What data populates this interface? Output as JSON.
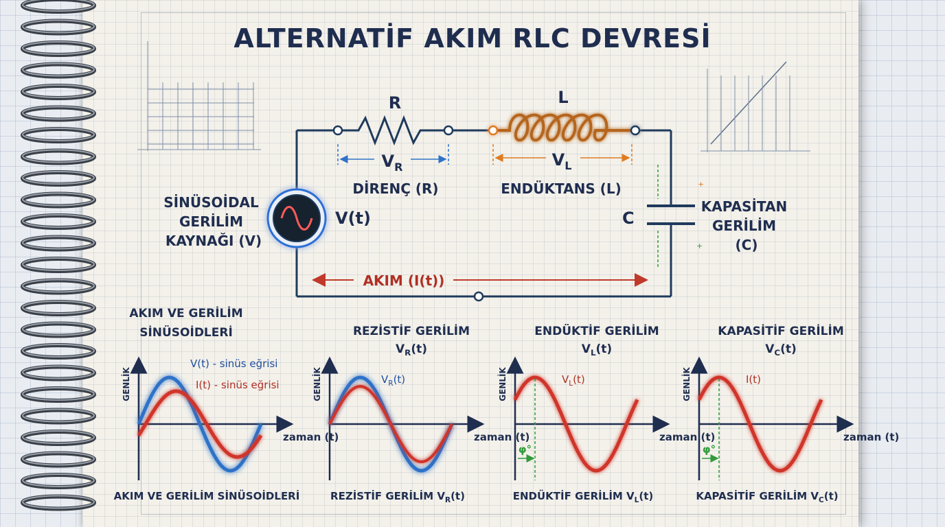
{
  "title": "ALTERNATİF AKIM RLC DEVRESİ",
  "circuit": {
    "resistor_symbol": "R",
    "inductor_symbol": "L",
    "capacitor_symbol": "C",
    "vr_main": "V",
    "vr_sub": "R",
    "vl_main": "V",
    "vl_sub": "L",
    "resistor_label": "DİRENÇ (R)",
    "inductor_label": "ENDÜKTANS (L)",
    "source_label": [
      "SİNÜSOİDAL",
      "GERİLİM",
      "KAYNAĞI (V)"
    ],
    "source_symbol": "V(t)",
    "capacitor_label": [
      "KAPASİTAN",
      "GERİLİM",
      "(C)"
    ],
    "current_label": "AKIM (I(t))",
    "cap_plus": "+",
    "cap_minus": "+"
  },
  "colors": {
    "wire": "#1f3a5c",
    "blue": "#2f72c8",
    "red": "#d0342c",
    "orange": "#e07a1f",
    "green": "#2f9a3a",
    "title": "#1f2d4f"
  },
  "panels": [
    {
      "title": [
        "AKIM VE GERİLİM",
        "SİNÜSOİDLERİ"
      ],
      "ylabel": "GENLİK",
      "xlabel": "zaman (t)",
      "caption": "AKIM VE GERİLİM SİNÜSOİDLERİ",
      "curve_labels": [
        "V(t) - sinüs eğrisi",
        "I(t) - sinüs eğrisi"
      ]
    },
    {
      "title": [
        "REZİSTİF GERİLİM",
        "V_R(t)"
      ],
      "ylabel": "GENLİK",
      "xlabel": "zaman (t)",
      "caption": "REZİSTİF GERİLİM V_R(t)",
      "curve_labels": [
        "V_R(t)"
      ]
    },
    {
      "title": [
        "ENDÜKTİF GERİLİM",
        "V_L(t)"
      ],
      "ylabel": "GENLİK",
      "xlabel": "zaman (t)",
      "caption": "ENDÜKTİF GERİLİM V_L(t)",
      "curve_labels": [
        "V_L(t)"
      ],
      "phase_label": "φ°"
    },
    {
      "title": [
        "KAPASİTİF GERİLİM",
        "V_C(t)"
      ],
      "ylabel": "GENLİK",
      "xlabel": "zaman (t)",
      "caption": "KAPASİTİF GERİLİM V_C(t)",
      "curve_labels": [
        "I(t)"
      ],
      "phase_label": "φ°"
    }
  ]
}
